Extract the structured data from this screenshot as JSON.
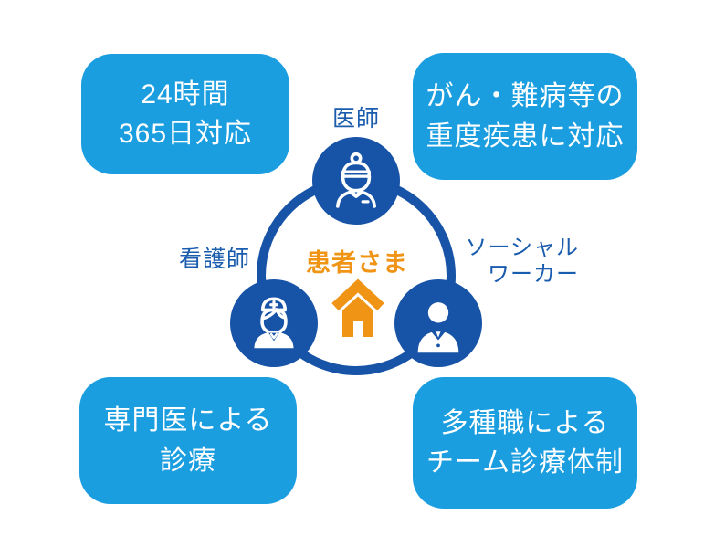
{
  "colors": {
    "box_blue": "#1B9EE0",
    "ring_blue": "#1753A6",
    "label_blue": "#1A5CAD",
    "accent_orange": "#F09416",
    "box_text": "#FFFFFF",
    "background": "#FFFFFF"
  },
  "benefit_boxes": {
    "top_left": {
      "lines": [
        "24時間",
        "365日対応"
      ]
    },
    "top_right": {
      "lines": [
        "がん・難病等の",
        "重度疾患に対応"
      ]
    },
    "bottom_left": {
      "lines": [
        "専門医による",
        "診療"
      ]
    },
    "bottom_right": {
      "lines": [
        "多種職による",
        "チーム診療体制"
      ]
    }
  },
  "team_diagram": {
    "center": {
      "label": "患者さま",
      "icon": "home-icon"
    },
    "roles": [
      {
        "id": "doctor",
        "label": "医師",
        "icon": "doctor-icon",
        "position": "top"
      },
      {
        "id": "nurse",
        "label": "看護師",
        "icon": "nurse-icon",
        "position": "bottom-left"
      },
      {
        "id": "social-worker",
        "label_lines": [
          "ソーシャル",
          "ワーカー"
        ],
        "icon": "social-worker-icon",
        "position": "bottom-right"
      }
    ]
  }
}
